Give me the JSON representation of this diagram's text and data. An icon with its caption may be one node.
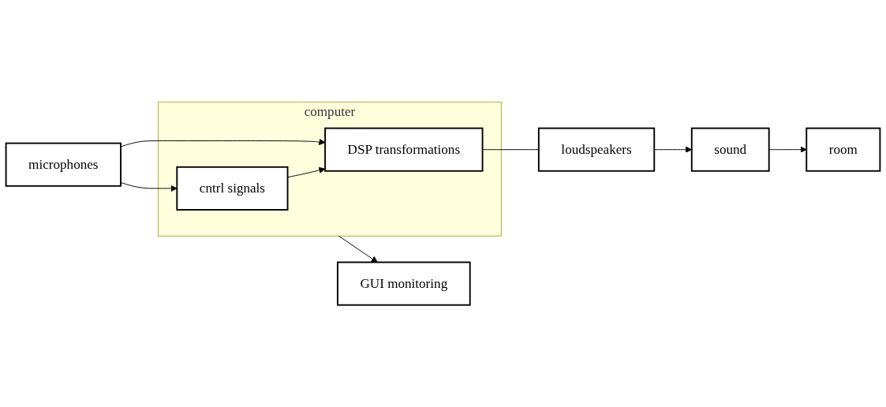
{
  "diagram": {
    "nodes": [
      {
        "text": [
          "computer"
        ]
      },
      {
        "text": [
          "cntrl signals"
        ],
        "in": 0
      },
      {
        "text": [
          "DSP transformations"
        ],
        "in": 0
      },
      {
        "text": [
          "GUI monitoring"
        ]
      },
      {
        "text": [
          "microphones"
        ]
      },
      {
        "text": [
          "room"
        ]
      },
      {
        "text": [
          "sound"
        ]
      },
      {
        "text": [
          "loudspeakers"
        ]
      }
    ],
    "edges": [
      {
        "from": 4,
        "to": 1,
        "arrow": "to"
      },
      {
        "from": 4,
        "to": 2,
        "arrow": "to"
      },
      {
        "from": 1,
        "to": 2,
        "arrow": "to"
      },
      {
        "from": 0,
        "to": 3,
        "arrow": "to"
      },
      {
        "from": 2,
        "to": 7,
        "arrow": "none"
      },
      {
        "from": 7,
        "to": 6,
        "arrow": "to"
      },
      {
        "from": 6,
        "to": 5,
        "arrow": "to"
      }
    ]
  }
}
